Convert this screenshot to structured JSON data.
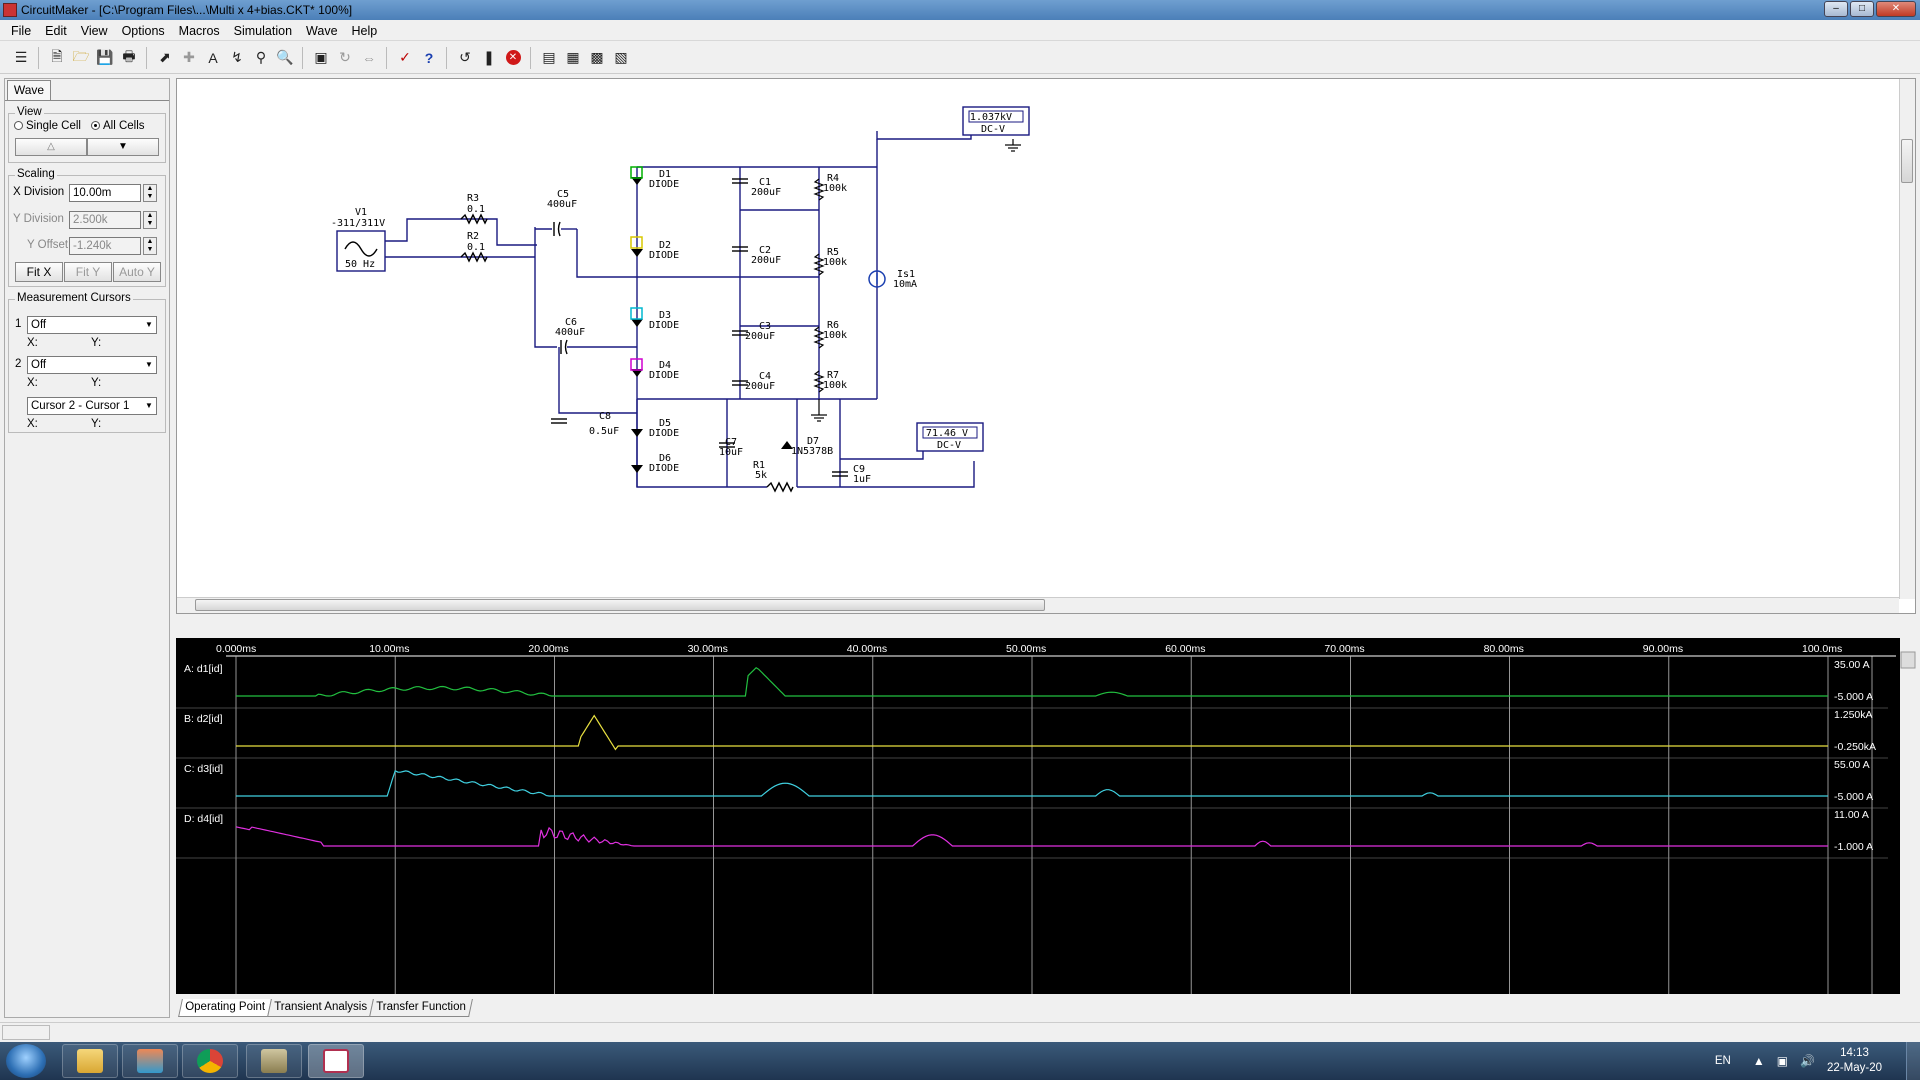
{
  "window": {
    "title": "CircuitMaker - [C:\\Program Files\\...\\Multi x 4+bias.CKT* 100%]",
    "buttons": [
      "minimize",
      "maximize",
      "close"
    ]
  },
  "menu": [
    "File",
    "Edit",
    "View",
    "Options",
    "Macros",
    "Simulation",
    "Wave",
    "Help"
  ],
  "toolbar_icons": [
    "rotate-toolbar-icon",
    "new-file-icon",
    "open-folder-icon",
    "save-icon",
    "print-icon",
    "arrow-pointer-icon",
    "wire-cross-icon",
    "text-tool-icon",
    "probe-lightning-icon",
    "probe-icon",
    "zoom-icon",
    "zoom-fit-icon",
    "rotate-part-icon",
    "mirror-icon",
    "run-checkmark-icon",
    "help-question-icon",
    "reset-icon",
    "step-icon",
    "stop-icon",
    "analysis-1-icon",
    "analysis-2-icon",
    "analysis-3-icon",
    "analysis-4-icon"
  ],
  "left_panel": {
    "tab": "Wave",
    "view": {
      "legend": "View",
      "single_cell": "Single Cell",
      "all_cells": "All Cells",
      "selected": "All Cells",
      "up_glyph": "△",
      "down_glyph": "▼"
    },
    "scaling": {
      "legend": "Scaling",
      "x_division_label": "X Division",
      "x_division": "10.00m",
      "y_division_label": "Y Division",
      "y_division": "2.500k",
      "y_offset_label": "Y Offset",
      "y_offset": "-1.240k",
      "fit_x": "Fit X",
      "fit_y": "Fit Y",
      "auto_y": "Auto Y"
    },
    "cursors": {
      "legend": "Measurement Cursors",
      "c1_label": "1",
      "c1_value": "Off",
      "c2_label": "2",
      "c2_value": "Off",
      "diff_value": "Cursor 2 - Cursor 1",
      "x_label": "X:",
      "y_label": "Y:"
    }
  },
  "schematic": {
    "meter_top": {
      "value": "1.037kV",
      "mode": "DC-V"
    },
    "meter_bottom": {
      "value": "71.46 V",
      "mode": "DC-V"
    },
    "source": {
      "name": "V1",
      "value": "-311/311V",
      "freq": "50 Hz"
    },
    "resistors": [
      {
        "name": "R3",
        "value": "0.1"
      },
      {
        "name": "R2",
        "value": "0.1"
      },
      {
        "name": "R4",
        "value": "100k"
      },
      {
        "name": "R5",
        "value": "100k"
      },
      {
        "name": "R6",
        "value": "100k"
      },
      {
        "name": "R7",
        "value": "100k"
      },
      {
        "name": "R1",
        "value": "5k"
      }
    ],
    "capacitors": [
      {
        "name": "C5",
        "value": "400uF"
      },
      {
        "name": "C6",
        "value": "400uF"
      },
      {
        "name": "C1",
        "value": "200uF"
      },
      {
        "name": "C2",
        "value": "200uF"
      },
      {
        "name": "C3",
        "value": "200uF"
      },
      {
        "name": "C4",
        "value": "200uF"
      },
      {
        "name": "C8",
        "value": "0.5uF"
      },
      {
        "name": "C7",
        "value": "10uF"
      },
      {
        "name": "C9",
        "value": "1uF"
      }
    ],
    "diodes": [
      {
        "name": "D1",
        "type": "DIODE",
        "probe": "A",
        "color": "#00b000"
      },
      {
        "name": "D2",
        "type": "DIODE",
        "probe": "B",
        "color": "#d8c800"
      },
      {
        "name": "D3",
        "type": "DIODE",
        "probe": "C",
        "color": "#00b8d0"
      },
      {
        "name": "D4",
        "type": "DIODE",
        "probe": "D",
        "color": "#d000d0"
      },
      {
        "name": "D5",
        "type": "DIODE"
      },
      {
        "name": "D6",
        "type": "DIODE"
      },
      {
        "name": "D7",
        "type": "1N5378B"
      }
    ],
    "current_source": {
      "name": "Is1",
      "value": "10mA"
    }
  },
  "waveform": {
    "x_ticks": [
      "0.000ms",
      "10.00ms",
      "20.00ms",
      "30.00ms",
      "40.00ms",
      "50.00ms",
      "60.00ms",
      "70.00ms",
      "80.00ms",
      "90.00ms",
      "100.0ms"
    ],
    "traces": [
      {
        "label": "A: d1[id]",
        "max": "35.00 A",
        "min": "-5.000 A",
        "color": "#22c040"
      },
      {
        "label": "B: d2[id]",
        "max": "1.250kA",
        "min": "-0.250kA",
        "color": "#e8e040"
      },
      {
        "label": "C: d3[id]",
        "max": "55.00 A",
        "min": "-5.000 A",
        "color": "#40d0e0"
      },
      {
        "label": "D: d4[id]",
        "max": "11.00 A",
        "min": "-1.000 A",
        "color": "#e030e0"
      }
    ]
  },
  "bottom_tabs": [
    "Operating Point",
    "Transient Analysis",
    "Transfer Function"
  ],
  "taskbar": {
    "apps": [
      "file-explorer",
      "app-launcher",
      "chrome",
      "media-app",
      "circuitmaker"
    ],
    "language": "EN",
    "time": "14:13",
    "date": "22-May-20"
  }
}
